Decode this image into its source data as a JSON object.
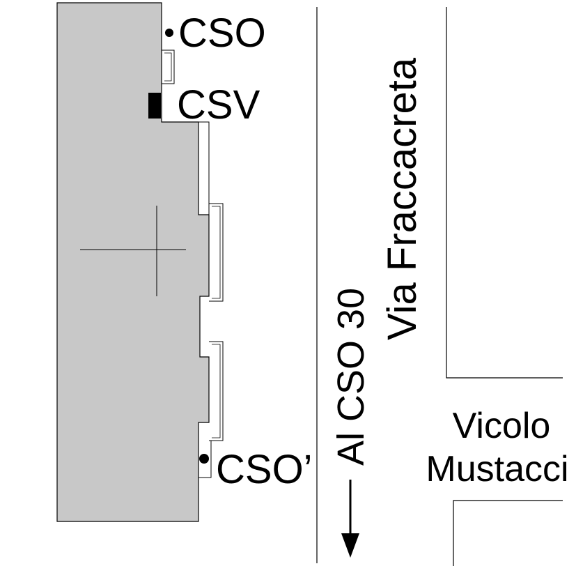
{
  "colors": {
    "background": "#ffffff",
    "building_fill": "#c8c8c8",
    "ink": "#000000"
  },
  "labels": {
    "cso_top": "CSO",
    "csv": "CSV",
    "cso_bottom": "CSO’",
    "street_main": "Via Fraccacreta",
    "direction_note": "Al CSO 30",
    "alley_line1": "Vicolo",
    "alley_line2": "Mustacci"
  },
  "icons": {
    "cso_marker": "filled-circle",
    "csv_marker": "filled-rectangle",
    "direction": "arrow-down"
  }
}
